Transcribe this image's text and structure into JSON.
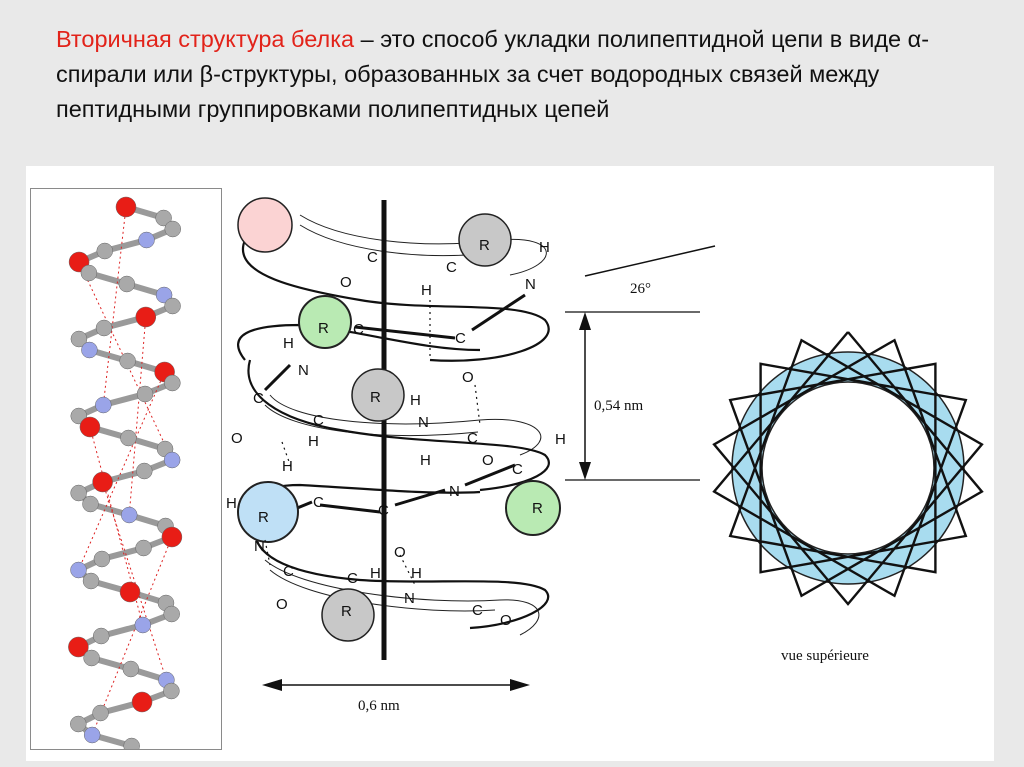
{
  "heading": {
    "term": "Вторичная структура белка",
    "rest": " – это способ укладки полипептидной цепи в виде α-спирали или β-структуры, образованных за счет водородных связей между пептидными группировками полипептидных цепей"
  },
  "diagram": {
    "angle_label": "26°",
    "pitch_label": "0,54 nm",
    "width_label": "0,6 nm",
    "top_view_caption": "vue supérieure",
    "residue_label": "R",
    "atoms": {
      "C": "C",
      "O": "O",
      "N": "N",
      "H": "H"
    },
    "residue_colors": {
      "pink": "#fbd3d3",
      "green": "#b9eab3",
      "blue": "#bfe0f6",
      "gray": "#c8c8c8",
      "top_view_ring": "#a8dcef"
    }
  },
  "model": {
    "colors": {
      "oxygen": "#e81d16",
      "carbon": "#a9a9a9",
      "nitrogen": "#9aa4e8",
      "hbond": "#d22"
    }
  }
}
